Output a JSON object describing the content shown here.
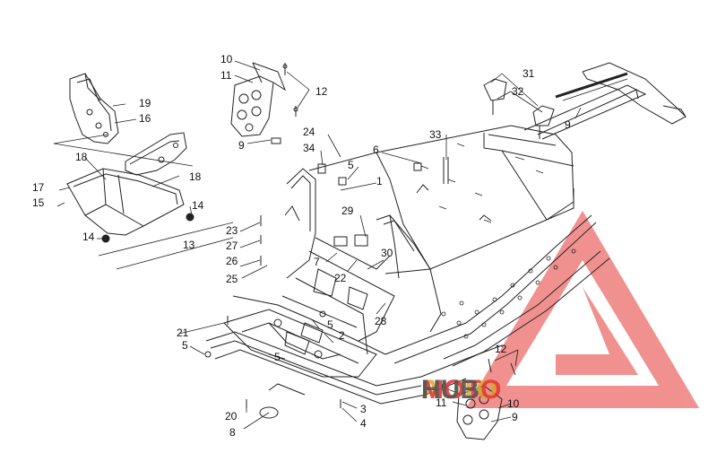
{
  "diagram": {
    "callouts": [
      "1",
      "2",
      "3",
      "4",
      "5",
      "5",
      "5",
      "5",
      "6",
      "7",
      "8",
      "9",
      "9",
      "9",
      "9",
      "10",
      "10",
      "11",
      "11",
      "12",
      "12",
      "13",
      "14",
      "14",
      "15",
      "16",
      "17",
      "18",
      "18",
      "19",
      "20",
      "21",
      "22",
      "23",
      "24",
      "25",
      "26",
      "27",
      "28",
      "29",
      "30",
      "31",
      "32",
      "33",
      "34"
    ]
  },
  "watermark": {
    "text_a": "AUTO",
    "text_b": "MOTO",
    "text_c": "HUB",
    "colors": {
      "red": "#e53935",
      "red_light": "#f28b82",
      "gold": "#d4a72c",
      "gray": "#555555"
    }
  }
}
